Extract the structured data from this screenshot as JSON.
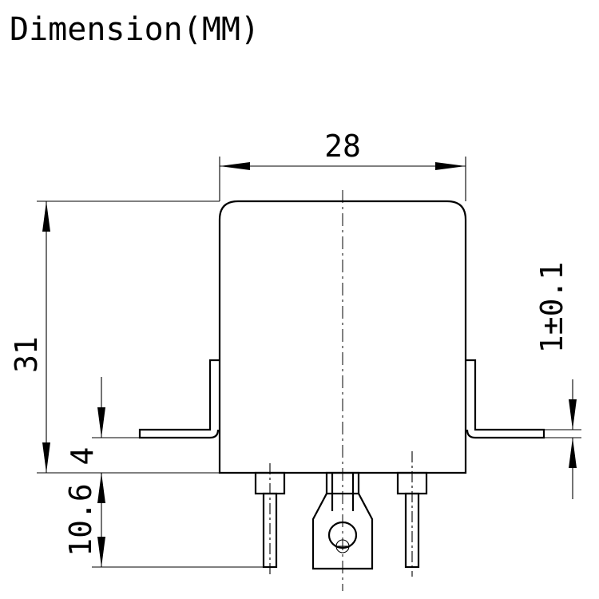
{
  "title": "Dimension(MM)",
  "dimensions": {
    "width": "28",
    "height": "31",
    "flange_height": "4",
    "pin_length": "10.6",
    "flange_thickness": "1±0.1"
  }
}
